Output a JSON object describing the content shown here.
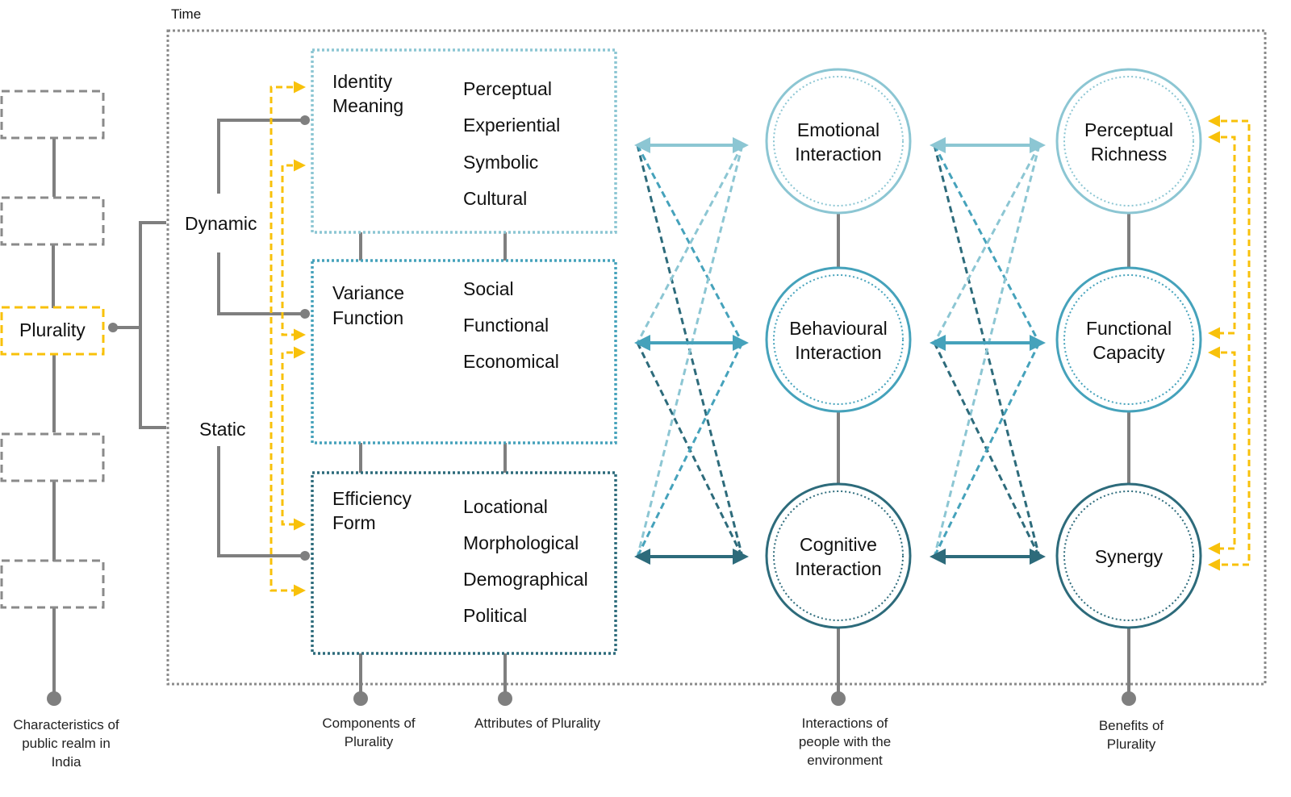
{
  "time_label": "Time",
  "left_column": {
    "plurality": "Plurality",
    "caption": "Characteristics of public realm in India"
  },
  "modes": {
    "dynamic": "Dynamic",
    "static": "Static"
  },
  "components": [
    {
      "title": "Identity",
      "subtitle": "Meaning",
      "attributes": [
        "Perceptual",
        "Experiential",
        "Symbolic",
        "Cultural"
      ]
    },
    {
      "title": "Variance",
      "subtitle": "Function",
      "attributes": [
        "Social",
        "Functional",
        "Economical"
      ]
    },
    {
      "title": "Efficiency",
      "subtitle": "Form",
      "attributes": [
        "Locational",
        "Morphological",
        "Demographical",
        "Political"
      ]
    }
  ],
  "interactions": [
    "Emotional Interaction",
    "Behavioural Interaction",
    "Cognitive Interaction"
  ],
  "benefits": [
    "Perceptual Richness",
    "Functional Capacity",
    "Synergy"
  ],
  "captions": {
    "components": "Components of Plurality",
    "attributes": "Attributes of Plurality",
    "interactions": "Interactions of people with the environment",
    "benefits": "Benefits of Plurality"
  },
  "colors": {
    "light": "#8cc6d3",
    "mid": "#45a2bb",
    "dark": "#2d6b7b",
    "yellow": "#f8c10a",
    "gray": "#7f7f7f"
  }
}
